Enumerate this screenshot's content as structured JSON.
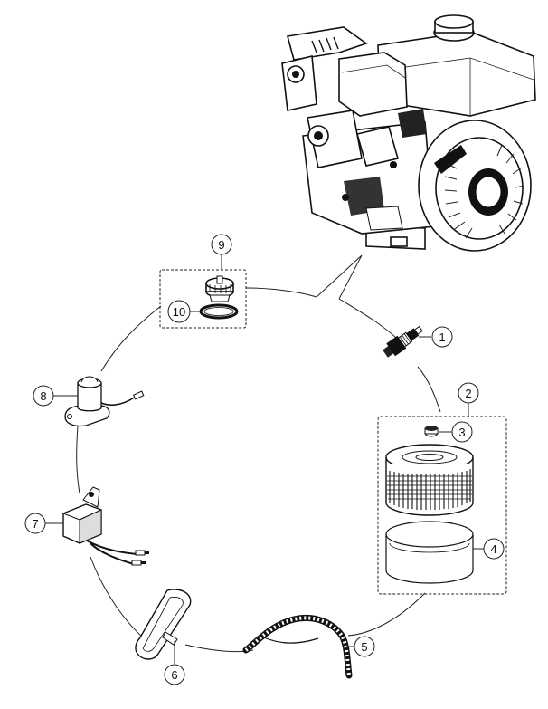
{
  "callouts": {
    "c1": "1",
    "c2": "2",
    "c3": "3",
    "c4": "4",
    "c5": "5",
    "c6": "6",
    "c7": "7",
    "c8": "8",
    "c9": "9",
    "c10": "10"
  },
  "parts": [
    {
      "number": "1",
      "icon": "spark-plug-icon"
    },
    {
      "number": "2",
      "icon": "air-filter-assembly-group"
    },
    {
      "number": "3",
      "icon": "wing-nut-icon"
    },
    {
      "number": "4",
      "icon": "foam-pre-filter-icon"
    },
    {
      "number": "5",
      "icon": "recoil-starter-rope-icon"
    },
    {
      "number": "6",
      "icon": "starter-handle-icon"
    },
    {
      "number": "7",
      "icon": "ignition-coil-icon"
    },
    {
      "number": "8",
      "icon": "oil-alert-sensor-icon"
    },
    {
      "number": "9",
      "icon": "oil-filler-cap-icon"
    },
    {
      "number": "10",
      "icon": "o-ring-gasket-icon"
    }
  ],
  "engine": {
    "icon": "small-gasoline-engine-icon"
  }
}
